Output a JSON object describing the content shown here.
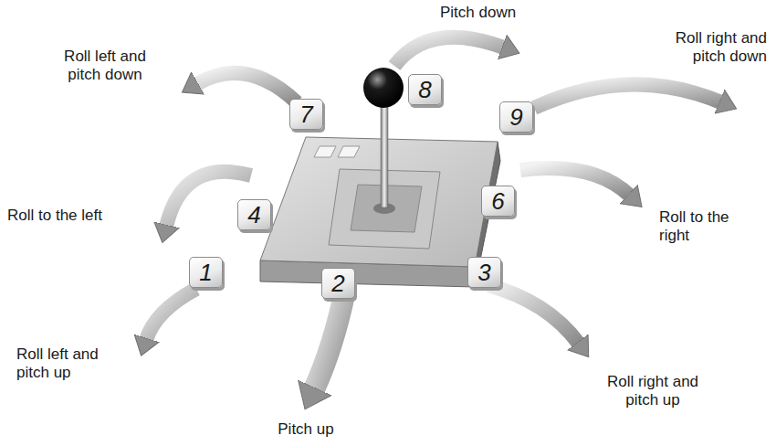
{
  "diagram": {
    "nodes": [
      {
        "text": [
          "7"
        ]
      },
      {
        "text": [
          "8"
        ]
      },
      {
        "text": [
          "9"
        ]
      },
      {
        "text": [
          "4"
        ]
      },
      {
        "text": [
          "6"
        ]
      },
      {
        "text": [
          "1"
        ]
      },
      {
        "text": [
          "2"
        ]
      },
      {
        "text": [
          "3"
        ]
      }
    ],
    "labels": [
      "Pitch down",
      "Roll left and pitch down",
      "Roll right and pitch down",
      "Roll to the left",
      "Roll to the right",
      "Roll left and pitch up",
      "Pitch up",
      "Roll right and pitch up"
    ]
  }
}
